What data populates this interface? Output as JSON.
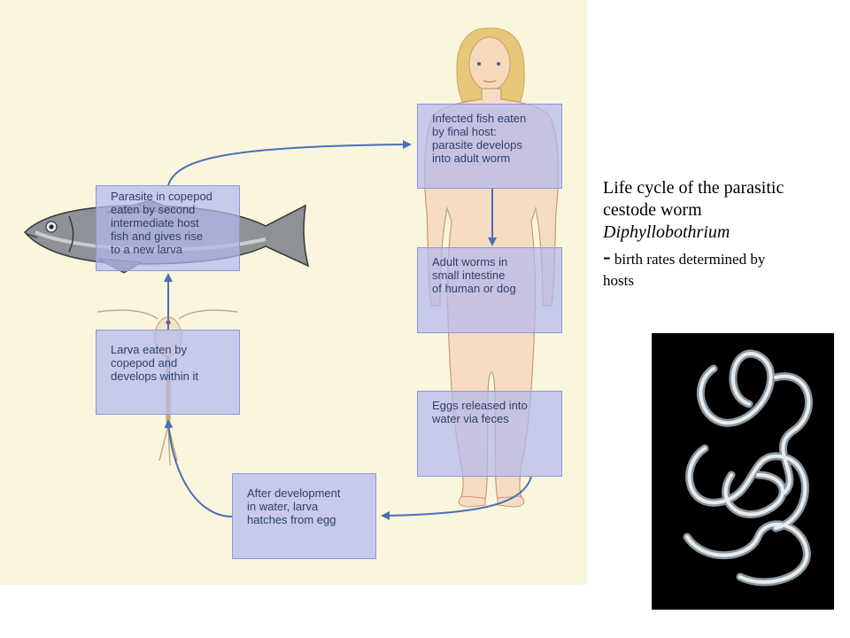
{
  "diagram": {
    "stages": [
      {
        "id": "fish-eaten",
        "text": "Infected fish eaten\nby final host:\nparasite develops\ninto adult worm"
      },
      {
        "id": "adult-worms",
        "text": "Adult worms in\nsmall intestine\nof human or dog"
      },
      {
        "id": "eggs-released",
        "text": "Eggs released into\nwater via feces"
      },
      {
        "id": "larva-hatches",
        "text": "After development\nin water, larva\nhatches from egg"
      },
      {
        "id": "larva-eaten",
        "text": "Larva eaten by\ncopepod and\ndevelops within it"
      },
      {
        "id": "copepod-eaten",
        "text": "Parasite in copepod\neaten by second\nintermediate host\nfish and gives rise\nto a new larva"
      }
    ],
    "colors": {
      "panel_background": "#faf6dd",
      "box_fill": "#b3b8ee",
      "box_border": "#8f96d6",
      "box_text": "#2f3f6a",
      "arrow": "#4a6fb8"
    }
  },
  "caption": {
    "line1": "Life cycle of the parasitic",
    "line2": "cestode worm",
    "line3_italic": "Diphyllobothrium",
    "dash": "-",
    "note": "birth rates determined by",
    "note2": "hosts"
  }
}
